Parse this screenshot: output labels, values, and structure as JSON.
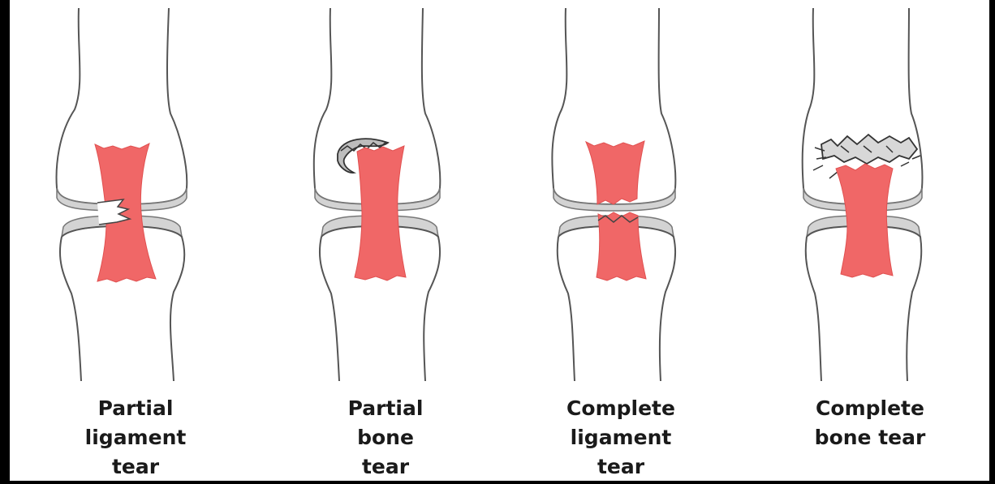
{
  "colors": {
    "background": "#000000",
    "panel": "#ffffff",
    "ligament": "#f06767",
    "cartilage": "#d3d3d3",
    "outline": "#555555"
  },
  "panels": [
    {
      "id": "partial-ligament-tear",
      "label": "Partial\nligament\ntear"
    },
    {
      "id": "partial-bone-tear",
      "label": "Partial\nbone\ntear"
    },
    {
      "id": "complete-ligament-tear",
      "label": "Complete\nligament\ntear"
    },
    {
      "id": "complete-bone-tear",
      "label": "Complete\nbone tear"
    }
  ]
}
